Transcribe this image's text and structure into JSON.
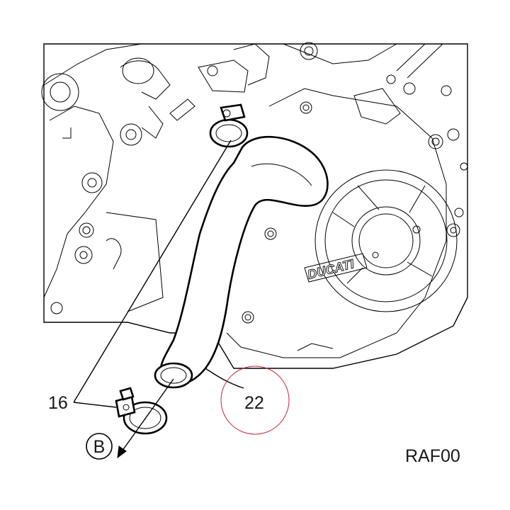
{
  "callouts": {
    "clamp": "16",
    "hose": "22"
  },
  "direction_marker": "B",
  "figure_code": "RAF00",
  "engine_logo": "DUCATI",
  "colors": {
    "line": "#000000",
    "background": "#ffffff",
    "highlight_circle": "#c9223a"
  }
}
